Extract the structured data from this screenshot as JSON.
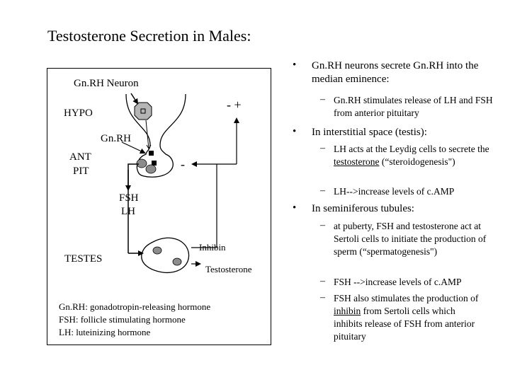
{
  "slide": {
    "title": "Testosterone Secretion in Males:"
  },
  "diagram": {
    "gnrh_neuron_label": "Gn.RH Neuron",
    "hypo_label": "HYPO",
    "feedback_signs": "- +",
    "gnrh_label": "Gn.RH",
    "ant_pit_label_line1": "ANT",
    "ant_pit_label_line2": "PIT",
    "pit_feedback_sign": "-",
    "fsh_label": "FSH",
    "lh_label": "LH",
    "testes_label": "TESTES",
    "inhibin_label": "Inhibin",
    "testosterone_label": "Testosterone",
    "legend": [
      "Gn.RH:  gonadotropin-releasing hormone",
      "FSH:  follicle stimulating hormone",
      "LH:  luteinizing hormone"
    ]
  },
  "notes": {
    "bullet1": "Gn.RH neurons secrete Gn.RH into the median eminence:",
    "bullet1_sub1": "Gn.RH stimulates release of LH and FSH from anterior pituitary",
    "bullet2": "In interstitial space (testis):",
    "bullet2_sub1_pre": "LH acts at the Leydig cells to secrete the ",
    "bullet2_sub1_link": "testosterone",
    "bullet2_sub1_post": " (“steroidogenesis\")",
    "bullet2_sub2": "LH-->increase levels of c.AMP",
    "bullet3": "In seminiferous tubules:",
    "bullet3_sub1": "at puberty, FSH and testosterone act at Sertoli cells to initiate the production of sperm (“spermatogenesis\")",
    "bullet3_sub2": "FSH -->increase levels of c.AMP",
    "bullet3_sub3_pre": "FSH also stimulates the production of ",
    "bullet3_sub3_link": "inhibin",
    "bullet3_sub3_post": " from Sertoli cells which inhibits release of FSH from anterior pituitary",
    "bullet_char": "•",
    "dash_char": "–"
  }
}
